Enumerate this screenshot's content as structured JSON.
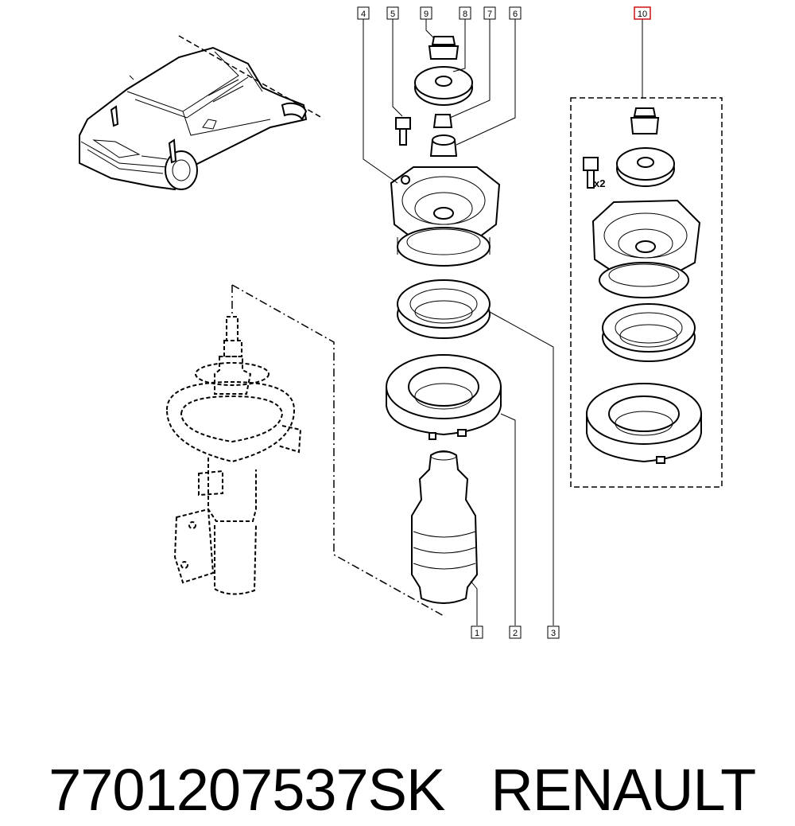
{
  "callouts": [
    {
      "id": "1",
      "label": "1",
      "highlighted": false
    },
    {
      "id": "2",
      "label": "2",
      "highlighted": false
    },
    {
      "id": "3",
      "label": "3",
      "highlighted": false
    },
    {
      "id": "4",
      "label": "4",
      "highlighted": false
    },
    {
      "id": "5",
      "label": "5",
      "highlighted": false
    },
    {
      "id": "6",
      "label": "6",
      "highlighted": false
    },
    {
      "id": "7",
      "label": "7",
      "highlighted": false
    },
    {
      "id": "8",
      "label": "8",
      "highlighted": false
    },
    {
      "id": "9",
      "label": "9",
      "highlighted": false
    },
    {
      "id": "10",
      "label": "10",
      "highlighted": true
    }
  ],
  "kit_quantity_note": "x2",
  "caption": {
    "part_number": "7701207537SK",
    "brand": "RENAULT"
  },
  "colors": {
    "line": "#000000",
    "highlight_box": "#d01010",
    "background": "#ffffff"
  }
}
